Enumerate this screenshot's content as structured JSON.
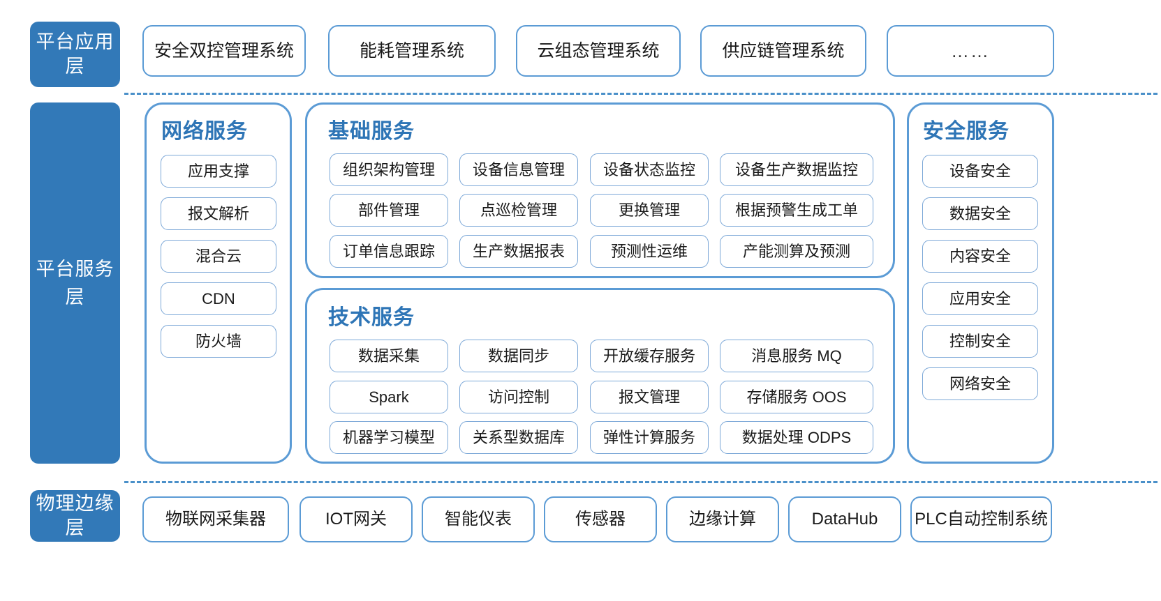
{
  "theme": {
    "chip_bg": "#3279B8",
    "panel_border": "#5B9BD5",
    "pill_border": "#7BA7D7",
    "title_color": "#2E75B6",
    "divider_color": "#4A90C9",
    "text_color": "#1a1a1a",
    "background": "#ffffff"
  },
  "layers": {
    "application": {
      "chip_label": "平台应用层",
      "items": [
        {
          "label": "安全双控管理系统"
        },
        {
          "label": "能耗管理系统"
        },
        {
          "label": "云组态管理系统"
        },
        {
          "label": "供应链管理系统"
        },
        {
          "label": "……"
        }
      ]
    },
    "platform_service": {
      "chip_label": "平台服务层",
      "groups": {
        "network": {
          "title": "网络服务",
          "items": [
            {
              "label": "应用支撑"
            },
            {
              "label": "报文解析"
            },
            {
              "label": "混合云"
            },
            {
              "label": "CDN"
            },
            {
              "label": "防火墙"
            }
          ]
        },
        "basic": {
          "title": "基础服务",
          "rows": [
            [
              "组织架构管理",
              "设备信息管理",
              "设备状态监控",
              "设备生产数据监控"
            ],
            [
              "部件管理",
              "点巡检管理",
              "更换管理",
              "根据预警生成工单"
            ],
            [
              "订单信息跟踪",
              "生产数据报表",
              "预测性运维",
              "产能测算及预测"
            ]
          ]
        },
        "technical": {
          "title": "技术服务",
          "rows": [
            [
              "数据采集",
              "数据同步",
              "开放缓存服务",
              "消息服务 MQ"
            ],
            [
              "Spark",
              "访问控制",
              "报文管理",
              "存储服务 OOS"
            ],
            [
              "机器学习模型",
              "关系型数据库",
              "弹性计算服务",
              "数据处理 ODPS"
            ]
          ]
        },
        "security": {
          "title": "安全服务",
          "items": [
            {
              "label": "设备安全"
            },
            {
              "label": "数据安全"
            },
            {
              "label": "内容安全"
            },
            {
              "label": "应用安全"
            },
            {
              "label": "控制安全"
            },
            {
              "label": "网络安全"
            }
          ]
        }
      }
    },
    "physical_edge": {
      "chip_label": "物理边缘层",
      "items": [
        {
          "label": "物联网采集器"
        },
        {
          "label": "IOT网关"
        },
        {
          "label": "智能仪表"
        },
        {
          "label": "传感器"
        },
        {
          "label": "边缘计算"
        },
        {
          "label": "DataHub"
        },
        {
          "label": "PLC自动控制系统"
        }
      ]
    }
  }
}
